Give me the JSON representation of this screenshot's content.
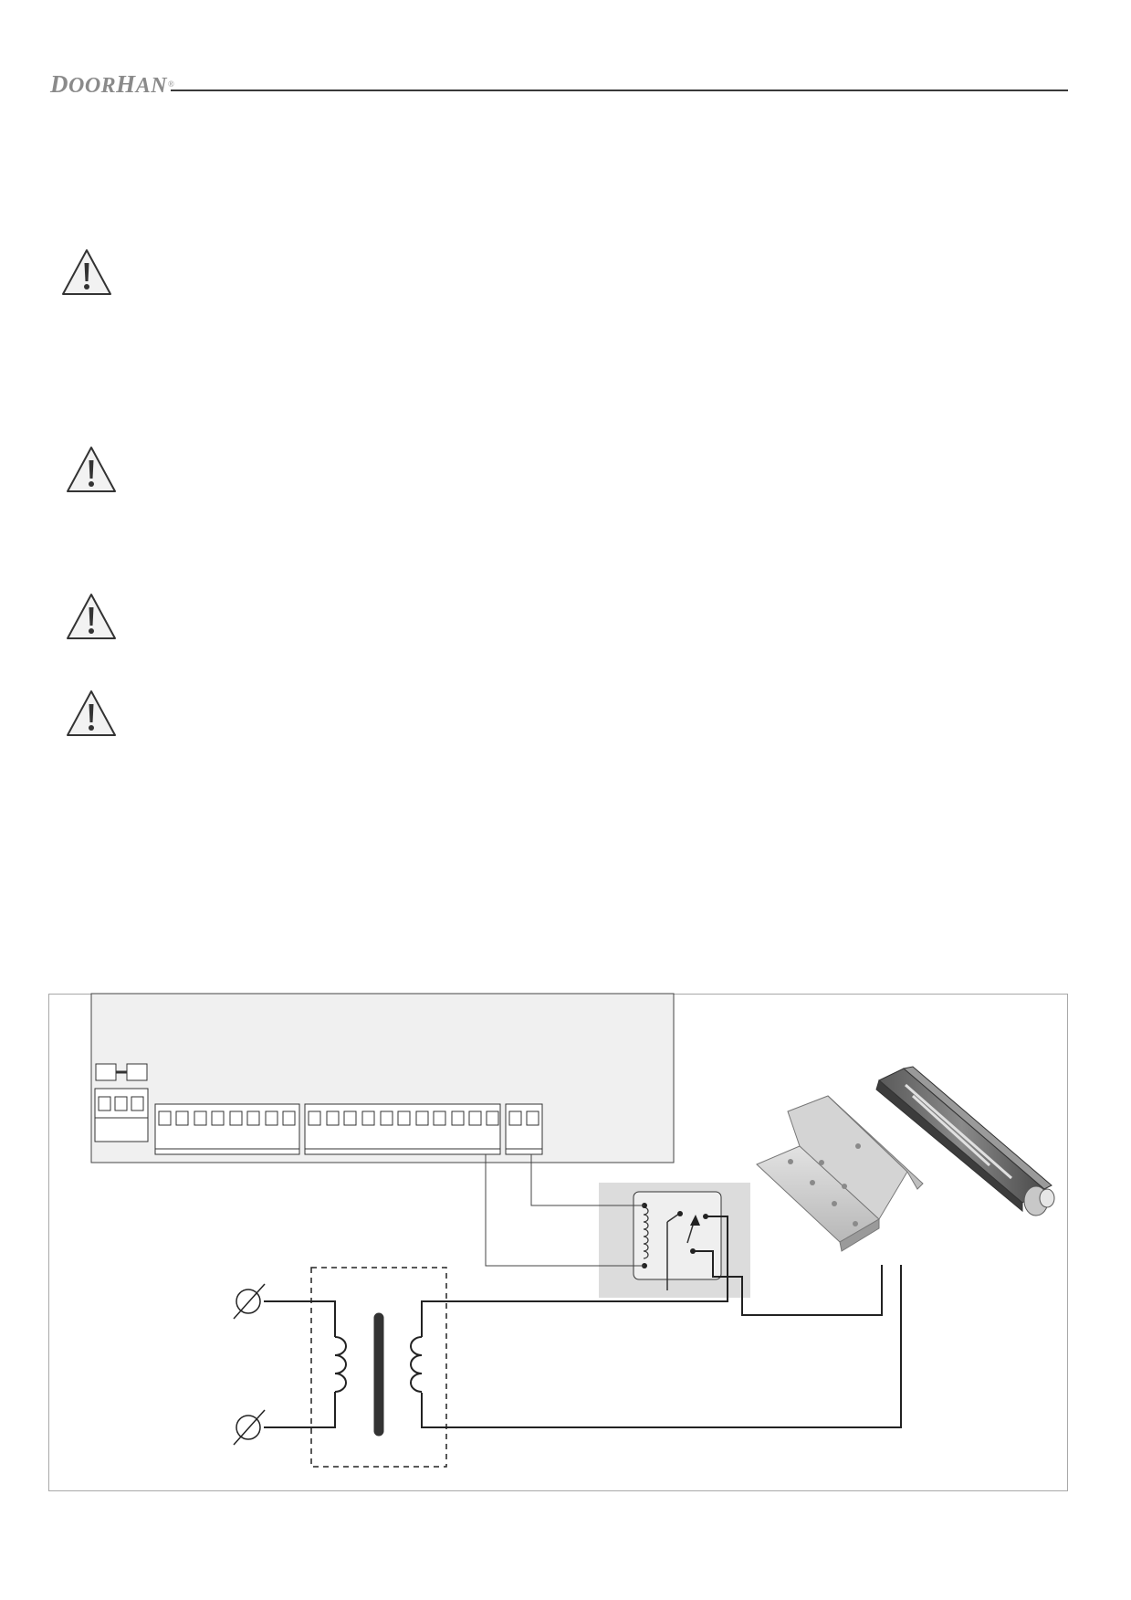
{
  "header": {
    "logo_parts": [
      "D",
      "OOR",
      "H",
      "AN"
    ],
    "logo_registered": "®"
  },
  "warnings": [
    {
      "icon": "warning-triangle-icon"
    },
    {
      "icon": "warning-triangle-icon"
    },
    {
      "icon": "warning-triangle-icon"
    },
    {
      "icon": "warning-triangle-icon"
    }
  ],
  "diagram": {
    "components": [
      "control-board",
      "fuse",
      "terminal-blocks",
      "relay",
      "step-down-transformer",
      "mains-input-terminals",
      "electromagnetic-lock",
      "lock-mounting-bracket"
    ],
    "colors": {
      "board_fill": "#f0f0f0",
      "relay_bg": "#dcdcdc",
      "wire": "#222222",
      "frame": "#a8a8a8"
    }
  }
}
